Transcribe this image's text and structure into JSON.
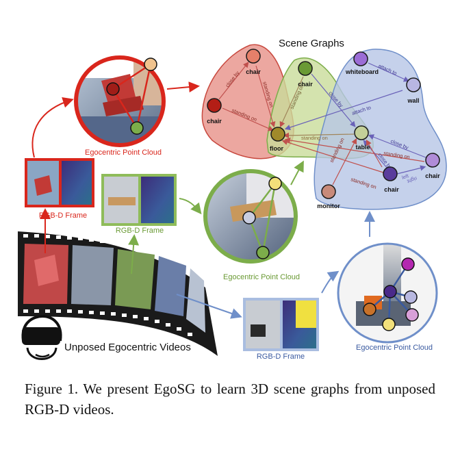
{
  "figure": {
    "title": "Scene Graphs",
    "bottom_label": "Unposed Egocentric Videos",
    "point_clouds": {
      "red": "Egocentric Point Cloud",
      "green": "Egocentric Point Cloud",
      "blue": "Egocentric Point Cloud"
    },
    "frames": {
      "red": "RGB-D Frame",
      "green": "RGB-D Frame",
      "blue": "RGB-D Frame"
    },
    "nodes": {
      "chair_a": "chair",
      "chair_b": "chair",
      "chair_c": "chair",
      "floor": "floor",
      "whiteboard": "whiteboard",
      "wall": "wall",
      "table": "table",
      "chair_d": "chair",
      "chair_e": "chair",
      "monitor": "monitor"
    },
    "edges": {
      "close_by_1": "close by",
      "standing_on_1": "standing on",
      "standing_on_2": "standing on",
      "standing_on_3": "standing on",
      "attach_to_1": "attach to",
      "attach_to_2": "attach to",
      "close_by_2": "close by",
      "standing_on_4": "standing on",
      "close_by_3": "close by",
      "standing_on_5": "standing on",
      "close_by_4": "close by",
      "left": "left",
      "right": "right",
      "standing_on_6": "standing on",
      "standing_on_7": "standing on"
    },
    "colors": {
      "red": "#d9261c",
      "green": "#7cad4a",
      "blue": "#6f8fc9",
      "purple": "#7b5fb4"
    }
  },
  "caption": "Figure 1.  We present EgoSG to learn 3D scene graphs from unposed RGB-D videos."
}
